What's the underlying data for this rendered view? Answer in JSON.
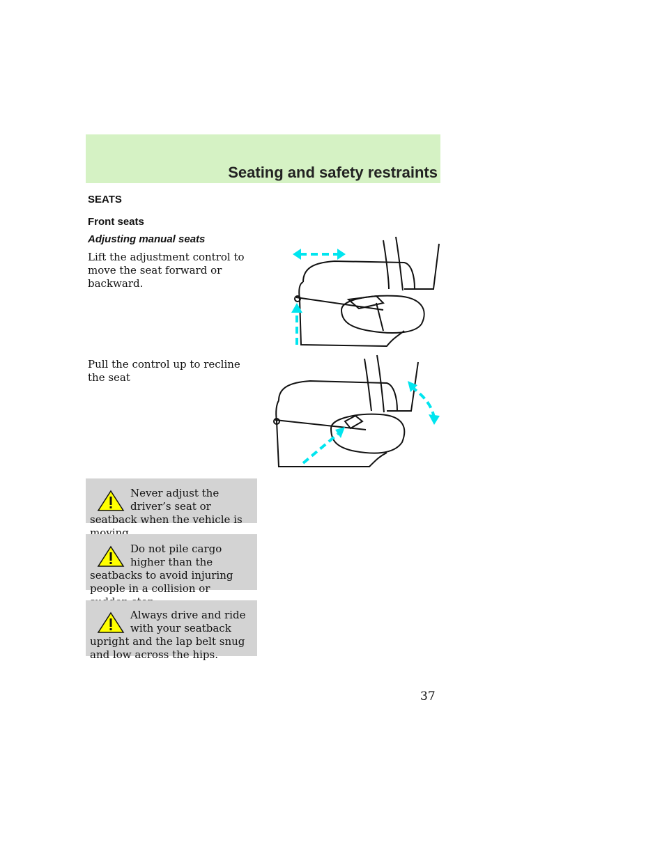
{
  "header": {
    "title": "Seating and safety restraints"
  },
  "section": {
    "title": "SEATS",
    "subtitle": "Front seats",
    "subsubtitle": "Adjusting manual seats"
  },
  "instructions": {
    "fore_aft": "Lift the adjustment control to move the seat forward or backward.",
    "recline": "Pull the control up to recline the seat"
  },
  "warnings": [
    {
      "text": "Never adjust the driver’s seat or seatback when the vehicle is moving."
    },
    {
      "text": "Do not pile cargo higher than the seatbacks to avoid injuring people in a collision or sudden stop."
    },
    {
      "text": "Always drive and ride with your seatback upright and the lap belt snug and low across the hips."
    }
  ],
  "page_number": "37",
  "colors": {
    "header_bg": "#d5f2c4",
    "warning_bg": "#d3d3d3",
    "arrow": "#00e5ef"
  }
}
